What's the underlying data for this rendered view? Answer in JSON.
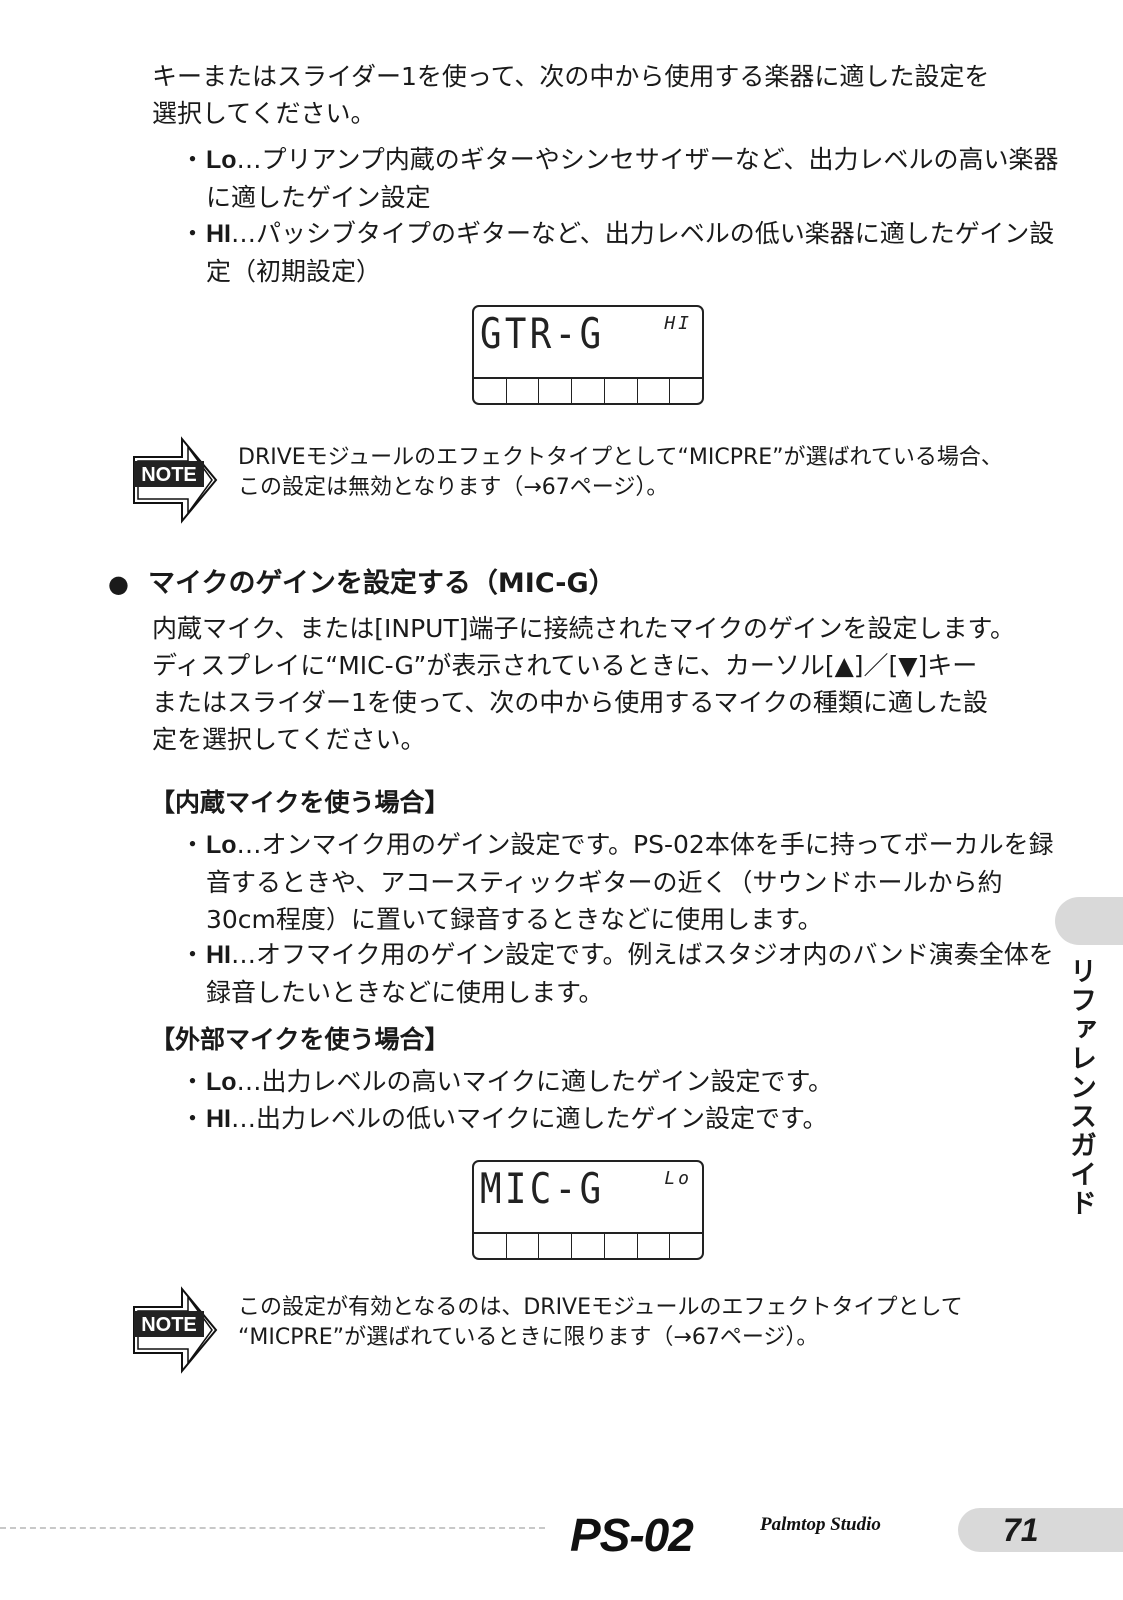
{
  "intro": {
    "line1": "キーまたはスライダー1を使って、次の中から使用する楽器に適した設定を",
    "line2": "選択してください。"
  },
  "gain_options": [
    {
      "key": "Lo",
      "text": "…プリアンプ内蔵のギターやシンセサイザーなど、出力レベルの高い楽器に適したゲイン設定"
    },
    {
      "key": "HI",
      "text": "…パッシブタイプのギターなど、出力レベルの低い楽器に適したゲイン設定（初期設定）"
    }
  ],
  "lcd1": {
    "main": "GTR-G",
    "sub": "HI"
  },
  "note_label": "NOTE",
  "note1": {
    "line1": "DRIVEモジュールのエフェクトタイプとして“MICPRE”が選ばれている場合、",
    "line2": "この設定は無効となります（→67ページ）。"
  },
  "section": {
    "bullet": "●",
    "title": "マイクのゲインを設定する（MIC-G）"
  },
  "mic_paragraph": {
    "line1": "内蔵マイク、または[INPUT]端子に接続されたマイクのゲインを設定します。",
    "line2": "ディスプレイに“MIC-G”が表示されているときに、カーソル[▲]／[▼]キー",
    "line3": "またはスライダー1を使って、次の中から使用するマイクの種類に適した設",
    "line4": "定を選択してください。"
  },
  "internal_mic": {
    "heading": "【内蔵マイクを使う場合】",
    "items": [
      {
        "key": "Lo",
        "text": "…オンマイク用のゲイン設定です。PS-02本体を手に持ってボーカルを録音するときや、アコースティックギターの近く（サウンドホールから約30cm程度）に置いて録音するときなどに使用します。"
      },
      {
        "key": "HI",
        "text": "…オフマイク用のゲイン設定です。例えばスタジオ内のバンド演奏全体を録音したいときなどに使用します。"
      }
    ]
  },
  "external_mic": {
    "heading": "【外部マイクを使う場合】",
    "items": [
      {
        "key": "Lo",
        "text": "…出力レベルの高いマイクに適したゲイン設定です。"
      },
      {
        "key": "HI",
        "text": "…出力レベルの低いマイクに適したゲイン設定です。"
      }
    ]
  },
  "lcd2": {
    "main": "MIC-G",
    "sub": "Lo"
  },
  "note2": {
    "line1": "この設定が有効となるのは、DRIVEモジュールのエフェクトタイプとして",
    "line2": "“MICPRE”が選ばれているときに限ります（→67ページ）。"
  },
  "side_tab": "リファレンスガイド",
  "footer": {
    "logo": "PS-02",
    "subtitle": "Palmtop Studio",
    "page": "71"
  }
}
